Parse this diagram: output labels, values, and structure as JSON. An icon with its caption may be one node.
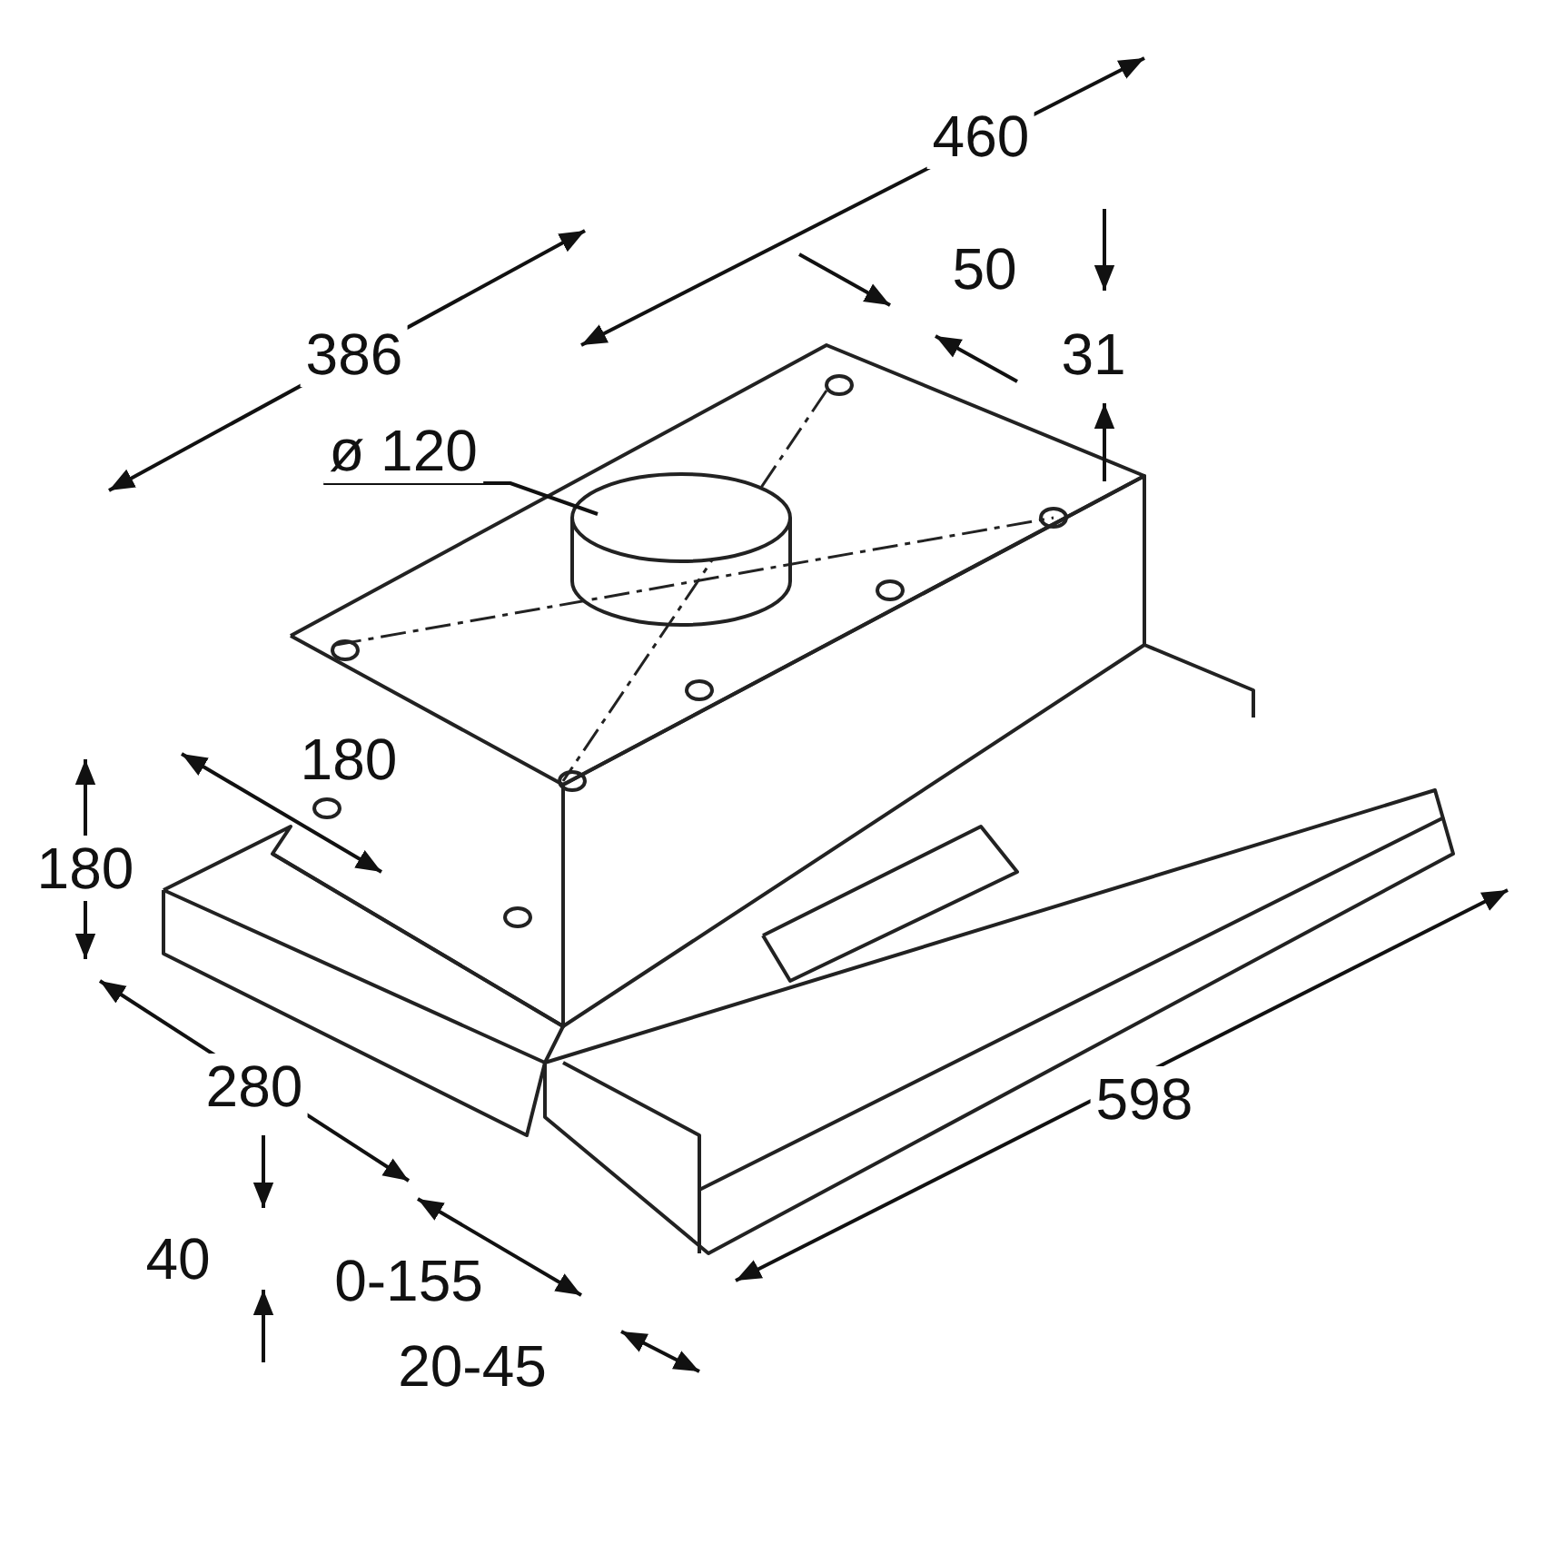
{
  "diagram": {
    "nodes": [
      {
        "text": [
          "ø 120"
        ]
      },
      {
        "text": [],
        "shape": "cylinder"
      }
    ],
    "edges": [
      {
        "from": 0,
        "to": 1,
        "arrow": "none"
      }
    ],
    "labels": [
      "460",
      "50",
      "386",
      "31",
      "180",
      "180",
      "280",
      "598",
      "40",
      "0-155",
      "20-45"
    ]
  }
}
